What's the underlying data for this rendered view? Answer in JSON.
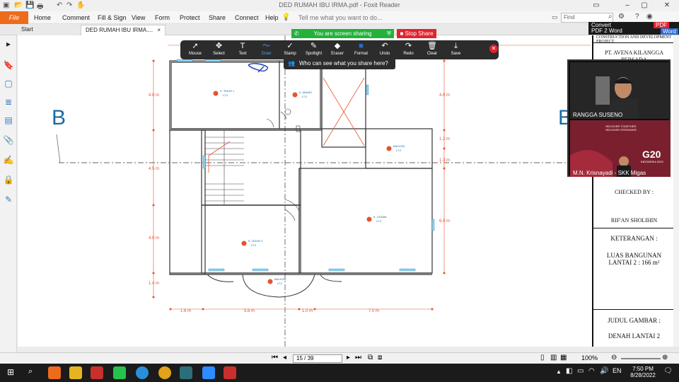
{
  "app": {
    "window_title": "DED RUMAH IBU IRMA.pdf - Foxit Reader",
    "menu": [
      "Home",
      "Comment",
      "Fill & Sign",
      "View",
      "Form",
      "Protect",
      "Share",
      "Connect",
      "Help"
    ],
    "file_label": "File",
    "tell_me": "Tell me what you want to do...",
    "find_placeholder": "Find"
  },
  "tabs": {
    "start": "Start",
    "doc": "DED RUMAH IBU IRMA....",
    "close": "×"
  },
  "sharing": {
    "banner": "You are screen sharing",
    "stop": "Stop Share",
    "who": "Who can see what you share here?"
  },
  "annotation_toolbar": {
    "tools": [
      {
        "label": "Mouse",
        "icon": "cursor-icon",
        "glyph": "➚"
      },
      {
        "label": "Select",
        "icon": "move-icon",
        "glyph": "✥"
      },
      {
        "label": "Text",
        "icon": "text-icon",
        "glyph": "T"
      },
      {
        "label": "Draw",
        "icon": "draw-icon",
        "glyph": "〜"
      },
      {
        "label": "Stamp",
        "icon": "stamp-icon",
        "glyph": "✓"
      },
      {
        "label": "Spotlight",
        "icon": "spotlight-icon",
        "glyph": "✎"
      },
      {
        "label": "Eraser",
        "icon": "eraser-icon",
        "glyph": "◆"
      },
      {
        "label": "Format",
        "icon": "format-icon",
        "glyph": "■"
      },
      {
        "label": "Undo",
        "icon": "undo-icon",
        "glyph": "↶"
      },
      {
        "label": "Redo",
        "icon": "redo-icon",
        "glyph": "↷"
      },
      {
        "label": "Clear",
        "icon": "trash-icon",
        "glyph": "🗑"
      },
      {
        "label": "Save",
        "icon": "save-icon",
        "glyph": "⤓"
      }
    ],
    "active": "Draw"
  },
  "convert": {
    "line1": "Convert",
    "line2": "PDF 2 Word",
    "pdf": "PDF",
    "word": "Word"
  },
  "drawing": {
    "section_marker": "B",
    "dims_left": [
      "4.0 m",
      "4.5 m",
      "4.0 m",
      "1.4 m"
    ],
    "dims_right": [
      "4.0 m",
      "1.2 m",
      "1.3 m",
      "6.0 m"
    ],
    "dims_bottom": [
      "1.8 m",
      "5.8 m",
      "1.0 m",
      "7.0 m"
    ],
    "room_tags": [
      "K. TIDUR 1",
      "K. MANDI",
      "BALKON",
      "K. TIDUR 2",
      "K. UTAMA",
      "BALKON"
    ],
    "room_sub": "LT.2"
  },
  "title_block": {
    "header": "CONSTRUCTION AND DEVELOPMENT PROJECT",
    "company_1": "PT. AVENA KILANGGA",
    "company_2": "PERSADA",
    "checked_by": "CHECKED BY :",
    "checker": "RIF'AN SHOLIHIN",
    "keterangan": "KETERANGAN :",
    "luas_1": "LUAS BANGUNAN",
    "luas_2": "LANTAI 2   : 166 m²",
    "judul": "JUDUL GAMBAR :",
    "denah": "DENAH LANTAI 2"
  },
  "video": {
    "participant_1": "RANGGA SUSENO",
    "participant_2": "M.N. Krisnayadi - SKK Migas",
    "g20": "G20",
    "g20_sub": "INDONESIA 2022",
    "recover": "RECOVER TOGETHER RECOVER STRONGER"
  },
  "status": {
    "page": "15 / 39",
    "zoom": "100%"
  },
  "taskbar": {
    "time": "7:50 PM",
    "date": "8/28/2022"
  },
  "colors": {
    "accent": "#ed6b1c",
    "share_green": "#23b13b",
    "stop_red": "#e0242f",
    "dim_red": "#e5532f",
    "marker_blue": "#1b6aa5"
  }
}
